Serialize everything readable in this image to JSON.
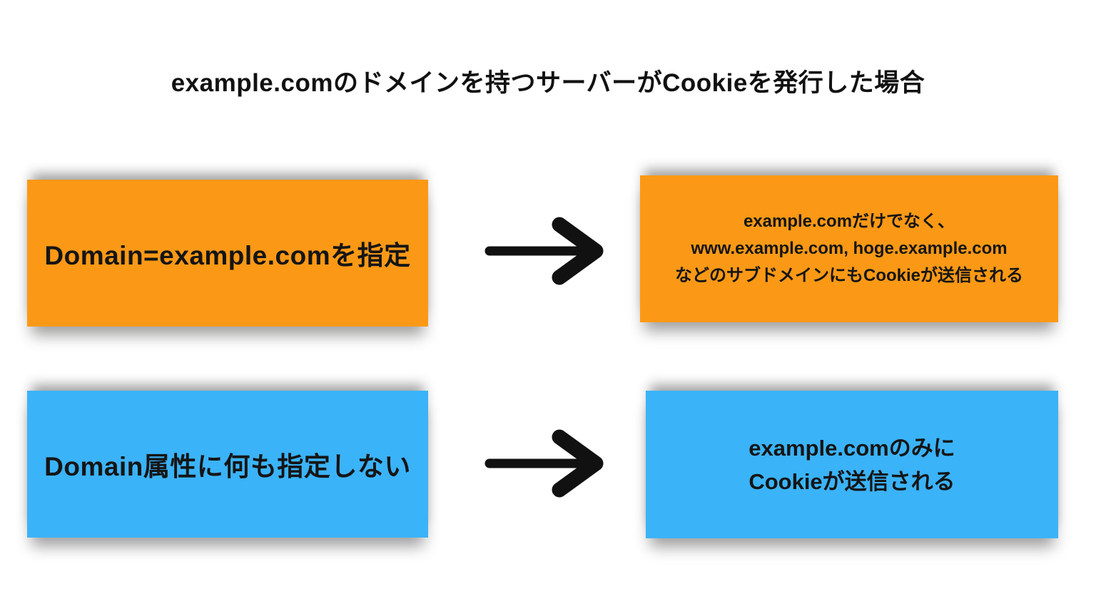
{
  "title": "example.comのドメインを持つサーバーがCookieを発行した場合",
  "colors": {
    "orange": "#FB9916",
    "blue": "#3BB3F8",
    "arrow": "#111111",
    "text": "#151515",
    "background": "#FFFFFF"
  },
  "rows": [
    {
      "condition": "Domain=example.comを指定",
      "result_lines": [
        "example.comだけでなく、",
        "www.example.com, hoge.example.com",
        "などのサブドメインにもCookieが送信される"
      ],
      "color": "#FB9916"
    },
    {
      "condition": "Domain属性に何も指定しない",
      "result_lines": [
        "example.comのみに",
        "Cookieが送信される"
      ],
      "color": "#3BB3F8"
    }
  ]
}
